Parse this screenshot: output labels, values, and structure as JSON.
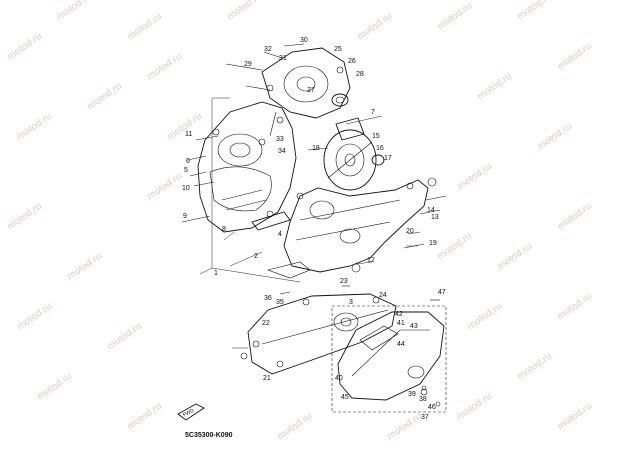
{
  "watermark": "motod.ru",
  "diagram_code": "5C35300-K090",
  "fwd_label": "FWD",
  "callouts": [
    "1",
    "2",
    "3",
    "4",
    "5",
    "6",
    "7",
    "8",
    "9",
    "10",
    "11",
    "12",
    "13",
    "14",
    "15",
    "16",
    "17",
    "18",
    "19",
    "20",
    "21",
    "22",
    "23",
    "24",
    "25",
    "26",
    "27",
    "28",
    "29",
    "30",
    "31",
    "32",
    "33",
    "34",
    "35",
    "36",
    "37",
    "38",
    "39",
    "40",
    "41",
    "42",
    "43",
    "44",
    "45",
    "46",
    "47"
  ]
}
